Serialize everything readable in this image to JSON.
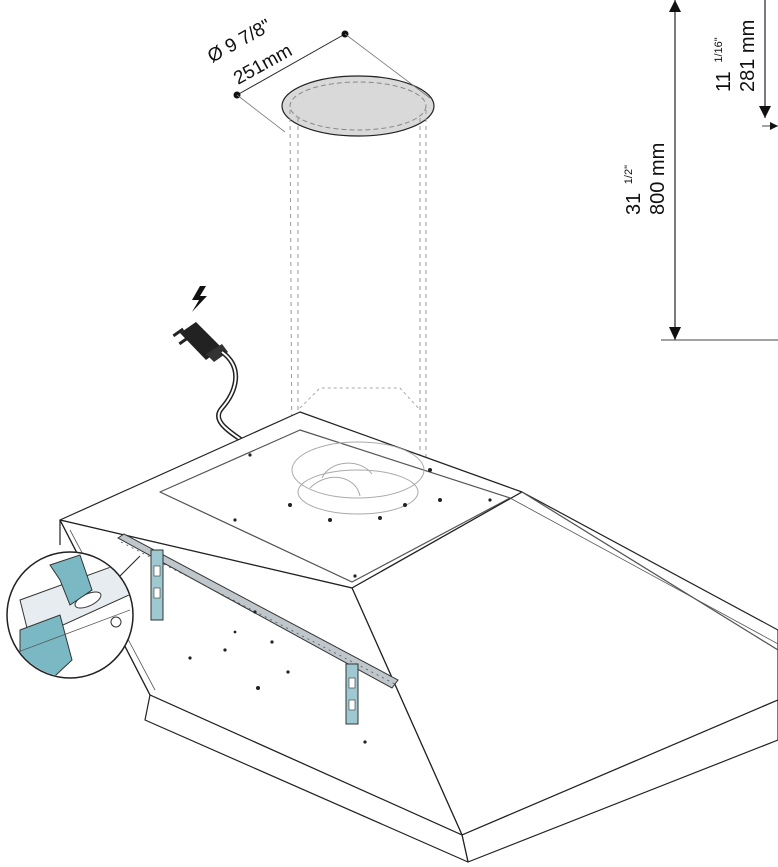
{
  "duct": {
    "diameter_label": "Ø 9 7/8\"",
    "diameter_mm": "251mm"
  },
  "dimension_total": {
    "whole": "31",
    "fraction": "1/2\"",
    "mm": "800 mm"
  },
  "dimension_offset": {
    "whole": "11",
    "fraction": "1/16\"",
    "mm": "281 mm"
  },
  "icons": [
    "lightning-icon",
    "power-plug-icon"
  ],
  "colors": {
    "line": "#222222",
    "duct_fill": "#d9d9d9",
    "bracket": "#7ab8c4"
  }
}
